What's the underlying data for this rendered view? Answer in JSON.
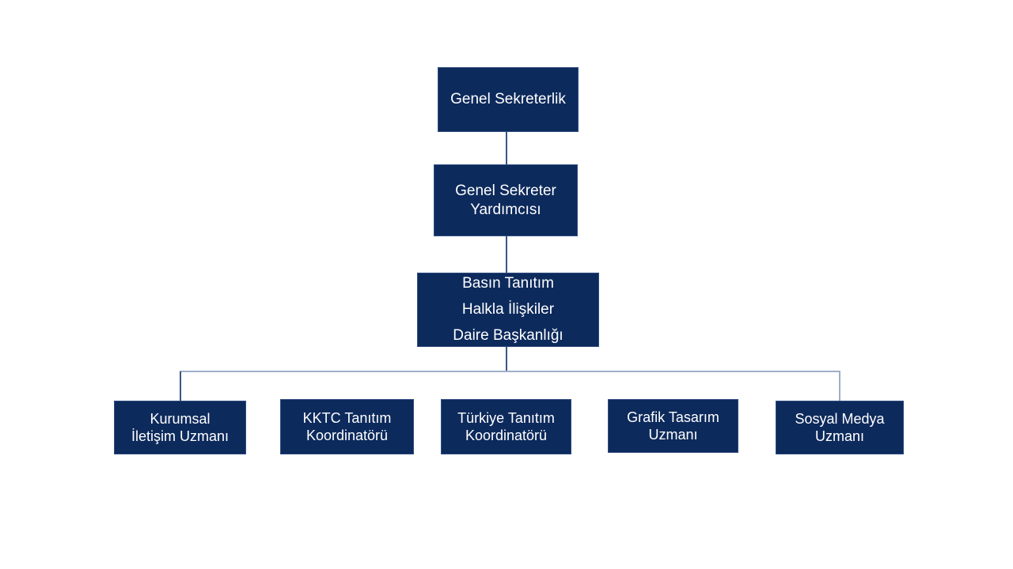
{
  "chart_title": "",
  "nodes": [
    {
      "id": "genel-sekreterlik",
      "level": 1,
      "lines": [
        "Genel Sekreterlik"
      ]
    },
    {
      "id": "genel-sekreter-yardimcisi",
      "level": 2,
      "lines": [
        "Genel Sekreter",
        "Yardımcısı"
      ]
    },
    {
      "id": "daire-baskanligi",
      "level": 3,
      "lines": [
        "Basın Tanıtım",
        "Halkla İlişkiler",
        "Daire Başkanlığı"
      ]
    },
    {
      "id": "kurumsal-iletisim-uzmani",
      "level": 4,
      "lines": [
        "Kurumsal",
        "İletişim Uzmanı"
      ]
    },
    {
      "id": "kktc-tanitim-koordinatoru",
      "level": 4,
      "lines": [
        "KKTC Tanıtım",
        "Koordinatörü"
      ]
    },
    {
      "id": "turkiye-tanitim-koordinatoru",
      "level": 4,
      "lines": [
        "Türkiye Tanıtım",
        "Koordinatörü"
      ]
    },
    {
      "id": "grafik-tasarim-uzmani",
      "level": 4,
      "lines": [
        "Grafik Tasarım",
        "Uzmanı"
      ]
    },
    {
      "id": "sosyal-medya-uzmani",
      "level": 4,
      "lines": [
        "Sosyal Medya",
        "Uzmanı"
      ]
    }
  ],
  "colors": {
    "node_fill": "#0d2a5c",
    "node_border": "#2f4d80",
    "node_text": "#ffffff",
    "connector_dark": "#3a5684",
    "connector_light": "#9fafca",
    "background": "#ffffff"
  }
}
